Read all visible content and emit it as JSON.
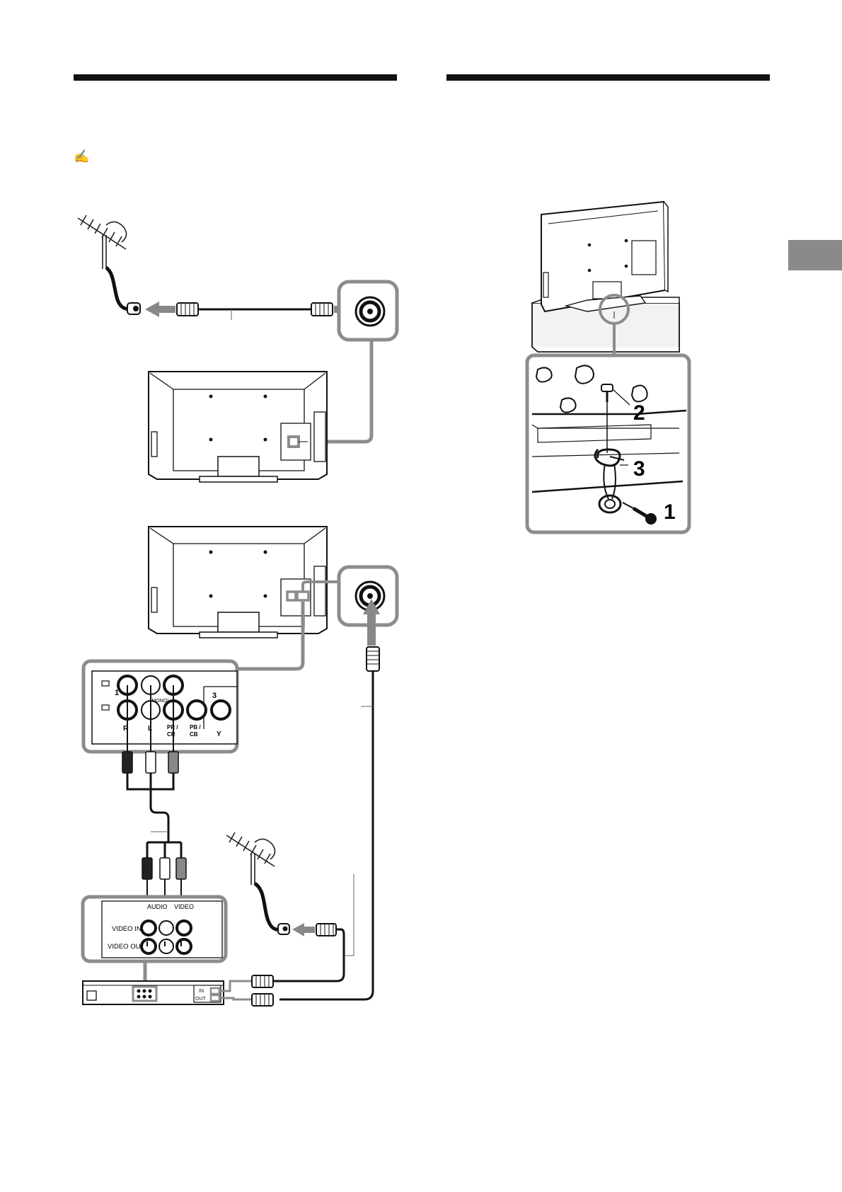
{
  "note_icon": "pencil-note-icon",
  "colors": {
    "ink": "#111111",
    "frame": "#8c8c8c",
    "tab": "#8a8a8a",
    "stand": "#f2f2f2"
  },
  "tv_jacks": {
    "labels": [
      "1",
      "R",
      "L",
      "3",
      "Y"
    ],
    "mono": "(MONO)",
    "pr": [
      "PR /",
      "CR"
    ],
    "pb": [
      "PB /",
      "CB"
    ]
  },
  "vcr_panel": {
    "audio": "AUDIO",
    "video": "VIDEO",
    "video_in": "VIDEO IN",
    "video_out": "VIDEO OUT",
    "in": "IN",
    "out": "OUT"
  },
  "callouts": [
    "1",
    "2",
    "3"
  ]
}
